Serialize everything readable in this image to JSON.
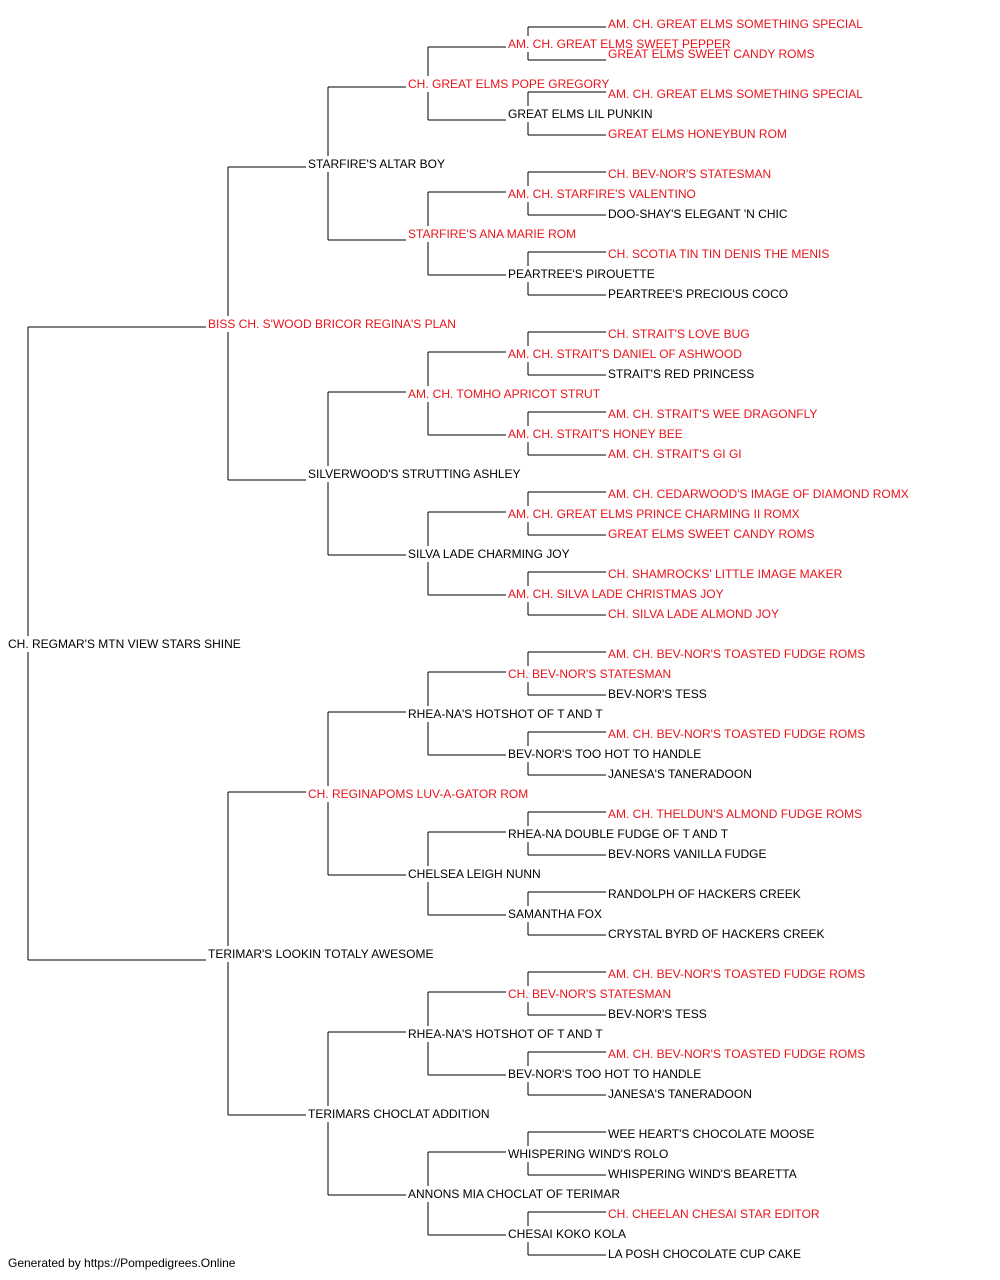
{
  "colors": {
    "champion": "#e8141c",
    "normal": "#000000",
    "line": "#000000"
  },
  "footer": "Generated by https://Pompedigrees.Online",
  "pedigree": {
    "name": "CH. REGMAR'S MTN VIEW STARS SHINE",
    "champion": false,
    "sire": {
      "name": "BISS CH. S'WOOD BRICOR REGINA'S PLAN",
      "champion": true,
      "sire": {
        "name": "STARFIRE'S ALTAR BOY",
        "champion": false,
        "sire": {
          "name": "CH. GREAT ELMS POPE GREGORY",
          "champion": true,
          "sire": {
            "name": "AM. CH. GREAT ELMS SWEET PEPPER",
            "champion": true,
            "sire": {
              "name": "AM. CH. GREAT ELMS SOMETHING SPECIAL",
              "champion": true
            },
            "dam": {
              "name": "GREAT ELMS SWEET CANDY ROMS",
              "champion": true
            }
          },
          "dam": {
            "name": "GREAT ELMS LIL PUNKIN",
            "champion": false,
            "sire": {
              "name": "AM. CH. GREAT ELMS SOMETHING SPECIAL",
              "champion": true
            },
            "dam": {
              "name": "GREAT ELMS HONEYBUN ROM",
              "champion": true
            }
          }
        },
        "dam": {
          "name": "STARFIRE'S ANA MARIE ROM",
          "champion": true,
          "sire": {
            "name": "AM. CH. STARFIRE'S VALENTINO",
            "champion": true,
            "sire": {
              "name": "CH. BEV-NOR'S STATESMAN",
              "champion": true
            },
            "dam": {
              "name": "DOO-SHAY'S ELEGANT 'N CHIC",
              "champion": false
            }
          },
          "dam": {
            "name": "PEARTREE'S PIROUETTE",
            "champion": false,
            "sire": {
              "name": "CH. SCOTIA TIN TIN DENIS THE MENIS",
              "champion": true
            },
            "dam": {
              "name": "PEARTREE'S PRECIOUS COCO",
              "champion": false
            }
          }
        }
      },
      "dam": {
        "name": "SILVERWOOD'S STRUTTING ASHLEY",
        "champion": false,
        "sire": {
          "name": "AM. CH. TOMHO APRICOT STRUT",
          "champion": true,
          "sire": {
            "name": "AM. CH. STRAIT'S DANIEL OF ASHWOOD",
            "champion": true,
            "sire": {
              "name": "CH. STRAIT'S LOVE BUG",
              "champion": true
            },
            "dam": {
              "name": "STRAIT'S RED PRINCESS",
              "champion": false
            }
          },
          "dam": {
            "name": "AM. CH. STRAIT'S HONEY BEE",
            "champion": true,
            "sire": {
              "name": "AM. CH. STRAIT'S WEE DRAGONFLY",
              "champion": true
            },
            "dam": {
              "name": "AM. CH. STRAIT'S GI GI",
              "champion": true
            }
          }
        },
        "dam": {
          "name": "SILVA LADE CHARMING JOY",
          "champion": false,
          "sire": {
            "name": "AM. CH. GREAT ELMS PRINCE CHARMING II ROMX",
            "champion": true,
            "sire": {
              "name": "AM. CH. CEDARWOOD'S IMAGE OF DIAMOND ROMX",
              "champion": true
            },
            "dam": {
              "name": "GREAT ELMS SWEET CANDY ROMS",
              "champion": true
            }
          },
          "dam": {
            "name": "AM. CH. SILVA LADE CHRISTMAS JOY",
            "champion": true,
            "sire": {
              "name": "CH. SHAMROCKS' LITTLE IMAGE MAKER",
              "champion": true
            },
            "dam": {
              "name": "CH. SILVA LADE ALMOND JOY",
              "champion": true
            }
          }
        }
      }
    },
    "dam": {
      "name": "TERIMAR'S LOOKIN TOTALY AWESOME",
      "champion": false,
      "sire": {
        "name": "CH. REGINAPOMS LUV-A-GATOR ROM",
        "champion": true,
        "sire": {
          "name": "RHEA-NA'S HOTSHOT OF T AND T",
          "champion": false,
          "sire": {
            "name": "CH. BEV-NOR'S STATESMAN",
            "champion": true,
            "sire": {
              "name": "AM. CH. BEV-NOR'S TOASTED FUDGE ROMS",
              "champion": true
            },
            "dam": {
              "name": "BEV-NOR'S TESS",
              "champion": false
            }
          },
          "dam": {
            "name": "BEV-NOR'S TOO HOT TO HANDLE",
            "champion": false,
            "sire": {
              "name": "AM. CH. BEV-NOR'S TOASTED FUDGE ROMS",
              "champion": true
            },
            "dam": {
              "name": "JANESA'S TANERADOON",
              "champion": false
            }
          }
        },
        "dam": {
          "name": "CHELSEA LEIGH NUNN",
          "champion": false,
          "sire": {
            "name": "RHEA-NA DOUBLE FUDGE OF T AND T",
            "champion": false,
            "sire": {
              "name": "AM. CH. THELDUN'S ALMOND FUDGE ROMS",
              "champion": true
            },
            "dam": {
              "name": "BEV-NORS VANILLA FUDGE",
              "champion": false
            }
          },
          "dam": {
            "name": "SAMANTHA FOX",
            "champion": false,
            "sire": {
              "name": "RANDOLPH OF HACKERS CREEK",
              "champion": false
            },
            "dam": {
              "name": "CRYSTAL BYRD OF HACKERS CREEK",
              "champion": false
            }
          }
        }
      },
      "dam": {
        "name": "TERIMARS CHOCLAT ADDITION",
        "champion": false,
        "sire": {
          "name": "RHEA-NA'S HOTSHOT OF T AND T",
          "champion": false,
          "sire": {
            "name": "CH. BEV-NOR'S STATESMAN",
            "champion": true,
            "sire": {
              "name": "AM. CH. BEV-NOR'S TOASTED FUDGE ROMS",
              "champion": true
            },
            "dam": {
              "name": "BEV-NOR'S TESS",
              "champion": false
            }
          },
          "dam": {
            "name": "BEV-NOR'S TOO HOT TO HANDLE",
            "champion": false,
            "sire": {
              "name": "AM. CH. BEV-NOR'S TOASTED FUDGE ROMS",
              "champion": true
            },
            "dam": {
              "name": "JANESA'S TANERADOON",
              "champion": false
            }
          }
        },
        "dam": {
          "name": "ANNONS MIA CHOCLAT OF TERIMAR",
          "champion": false,
          "sire": {
            "name": "WHISPERING WIND'S ROLO",
            "champion": false,
            "sire": {
              "name": "WEE HEART'S CHOCOLATE MOOSE",
              "champion": false
            },
            "dam": {
              "name": "WHISPERING WIND'S BEARETTA",
              "champion": false
            }
          },
          "dam": {
            "name": "CHESAI KOKO KOLA",
            "champion": false,
            "sire": {
              "name": "CH. CHEELAN CHESAI STAR EDITOR",
              "champion": true
            },
            "dam": {
              "name": "LA POSH CHOCOLATE CUP CAKE",
              "champion": false
            }
          }
        }
      }
    }
  }
}
